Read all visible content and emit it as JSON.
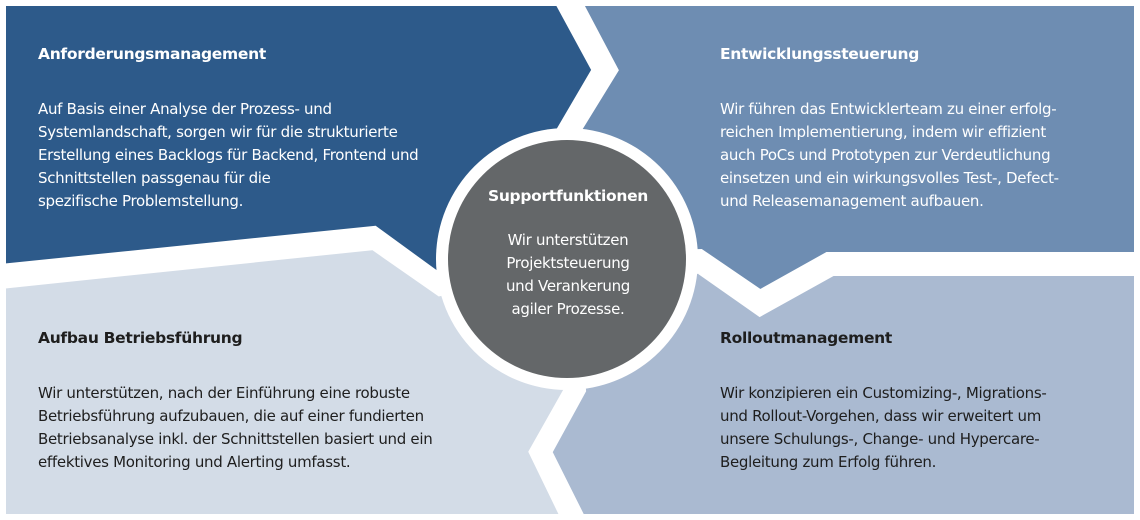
{
  "colors": {
    "q1": "#2d5a8a",
    "q2": "#6e8db2",
    "q3": "#d3dce7",
    "q4": "#aabad1",
    "center": "#646769"
  },
  "quadrants": [
    {
      "title": "Anforderungsmanagement",
      "body": "Auf Basis einer Analyse der Prozess- und\nSystemlandschaft, sorgen wir für die strukturierte\nErstellung eines Backlogs für Backend, Frontend und\nSchnittstellen passgenau für die\nspezifische  Problemstellung."
    },
    {
      "title": "Entwicklungssteuerung",
      "body": "Wir führen das Entwicklerteam zu einer erfolg-\nreichen Implementierung, indem wir effizient\nauch PoCs und Prototypen zur Verdeutlichung\neinsetzen und ein wirkungsvolles Test-, Defect-\nund Releasemanagement aufbauen."
    },
    {
      "title": "Aufbau Betriebsführung",
      "body": "Wir unterstützen, nach der Einführung eine robuste\nBetriebsführung aufzubauen, die auf einer fundierten\nBetriebsanalyse inkl. der Schnittstellen basiert und ein\neffektives Monitoring und Alerting umfasst."
    },
    {
      "title": "Rolloutmanagement",
      "body": "Wir konzipieren ein Customizing-, Migrations-\nund Rollout-Vorgehen, dass wir erweitert um\nunsere Schulungs-, Change- und Hypercare-\nBegleitung zum Erfolg führen."
    }
  ],
  "center": {
    "title": "Supportfunktionen",
    "body": "Wir unterstützen\nProjektsteuerung\nund Verankerung\nagiler Prozesse."
  }
}
